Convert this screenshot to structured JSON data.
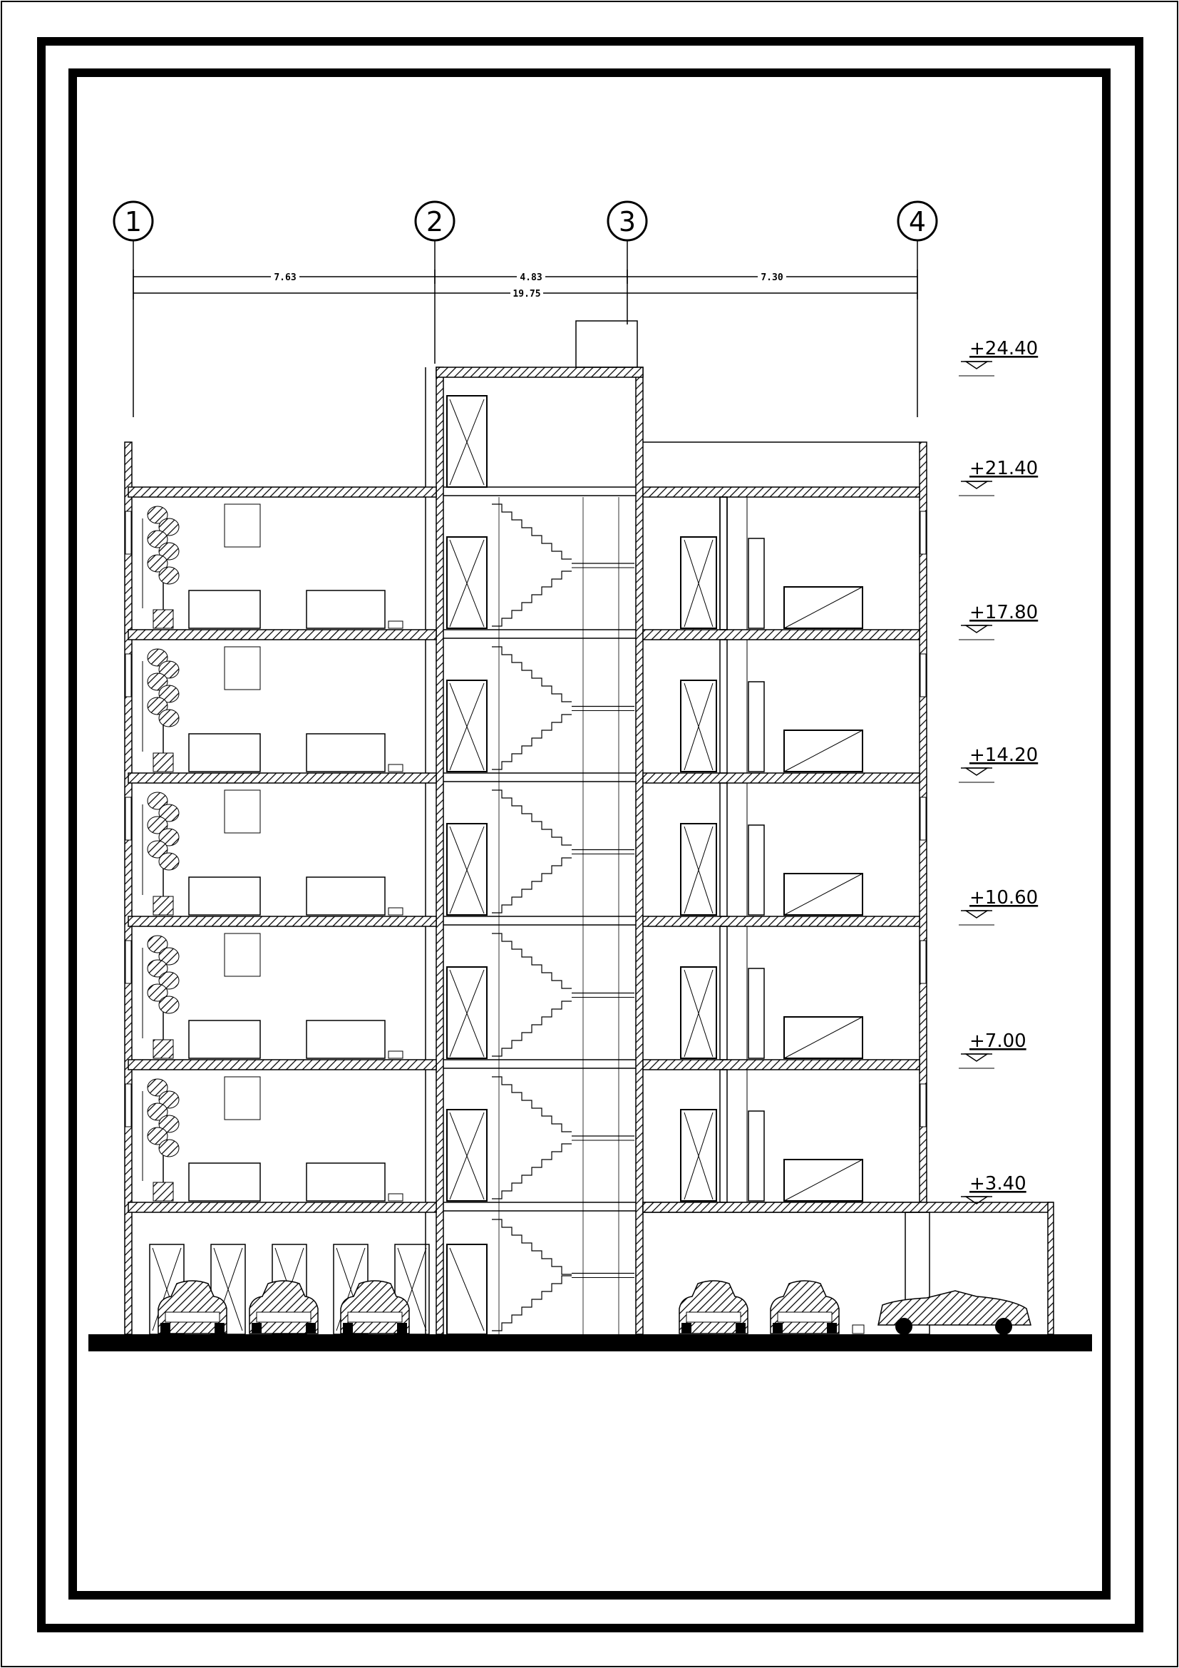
{
  "drawing": {
    "grid_axes": [
      "1",
      "2",
      "3",
      "4"
    ],
    "dimensions": {
      "span_1_2": "7.63",
      "span_2_3": "4.83",
      "span_3_4": "7.30",
      "overall": "19.75"
    },
    "levels": [
      "+24.40",
      "+21.40",
      "+17.80",
      "+14.20",
      "+10.60",
      "+7.00",
      "+3.40"
    ],
    "floor_count": 6,
    "parked_cars": 6,
    "convertible_cars": 1
  }
}
